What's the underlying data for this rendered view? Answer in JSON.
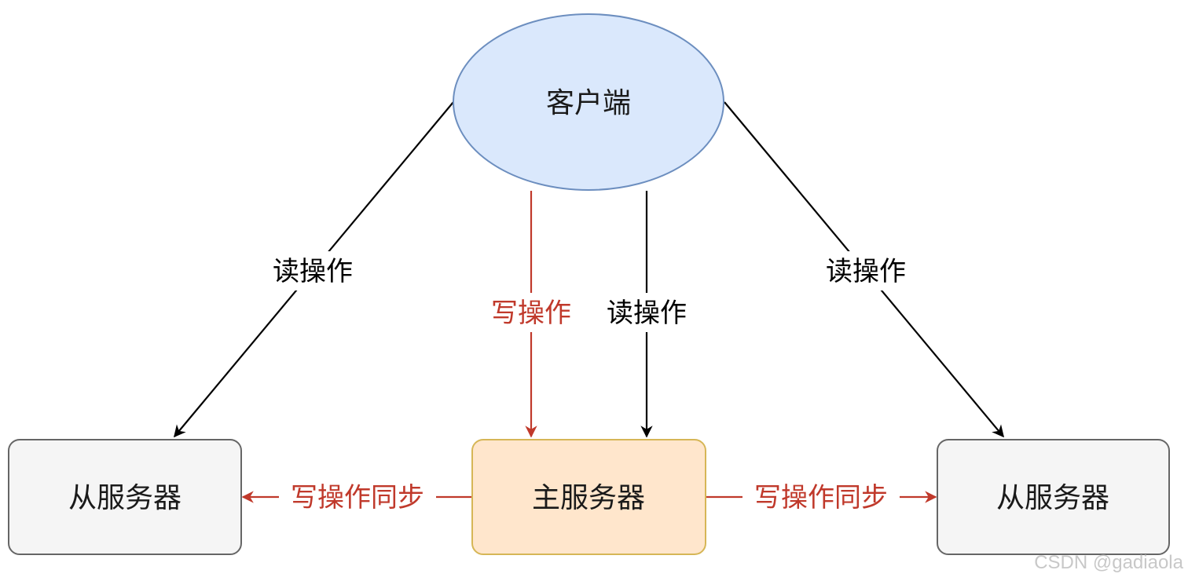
{
  "nodes": {
    "client": {
      "label": "客户端",
      "fill": "#dae8fc",
      "stroke": "#6c8ebf"
    },
    "master": {
      "label": "主服务器",
      "fill": "#ffe6cc",
      "stroke": "#d6b656"
    },
    "slave_left": {
      "label": "从服务器",
      "fill": "#f5f5f5",
      "stroke": "#666666"
    },
    "slave_right": {
      "label": "从服务器",
      "fill": "#f5f5f5",
      "stroke": "#666666"
    }
  },
  "edges": {
    "read_left": {
      "label": "读操作",
      "color": "#000000"
    },
    "write_master": {
      "label": "写操作",
      "color": "#c0392b"
    },
    "read_master": {
      "label": "读操作",
      "color": "#000000"
    },
    "read_right": {
      "label": "读操作",
      "color": "#000000"
    },
    "sync_left": {
      "label": "写操作同步",
      "color": "#c0392b"
    },
    "sync_right": {
      "label": "写操作同步",
      "color": "#c0392b"
    }
  },
  "watermark": "CSDN @gadiaola"
}
